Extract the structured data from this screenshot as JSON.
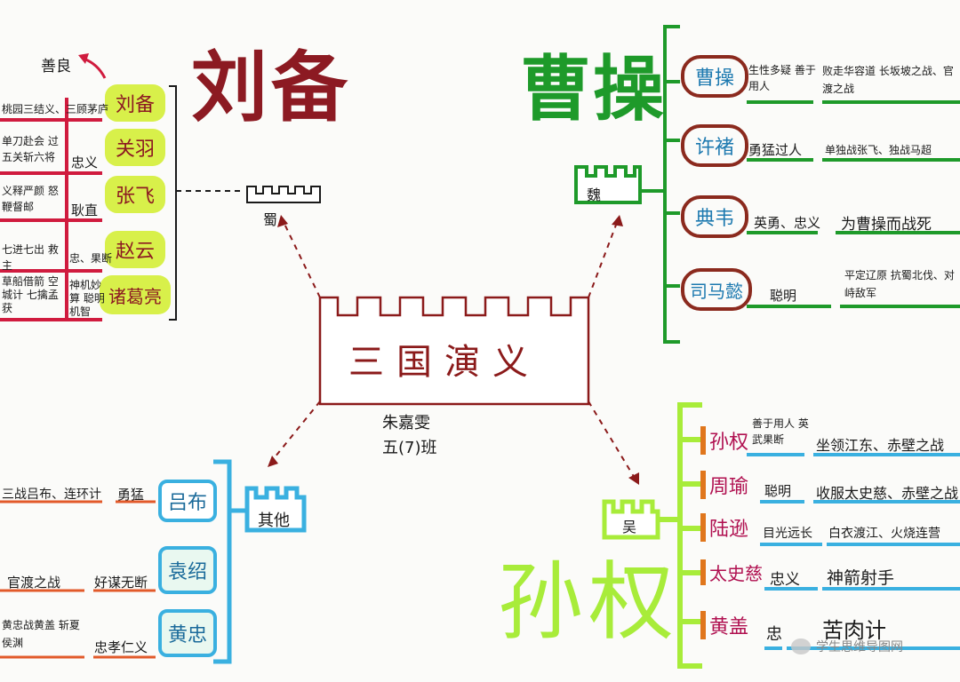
{
  "title": "三国演义",
  "author": {
    "name": "朱嘉雯",
    "class": "五(7)班"
  },
  "colors": {
    "shu": "#d01b3e",
    "shu_text": "#8c1a22",
    "shu_hl": "#d8f04a",
    "wei": "#1e9a2a",
    "wei_oval": "#8b2a1e",
    "wu": "#a8ec3a",
    "wu_tag": "#e0761c",
    "wu_text": "#b01050",
    "other": "#3ab0e0",
    "other_text": "#1a6a9a",
    "note": "#e25a2a",
    "ink": "#1a1a1a"
  },
  "shu": {
    "big_title": "刘备",
    "castle_label": "蜀",
    "top_note": "善良",
    "characters": [
      {
        "name": "刘备",
        "trait": "",
        "event": "桃园三结义、三顾茅庐"
      },
      {
        "name": "关羽",
        "trait": "忠义",
        "event": "单刀赴会 过五关斩六将"
      },
      {
        "name": "张飞",
        "trait": "耿直",
        "event": "义释严颜 怒鞭督邮"
      },
      {
        "name": "赵云",
        "trait": "忠、果断",
        "event": "七进七出 救主"
      },
      {
        "name": "诸葛亮",
        "trait": "神机妙算 聪明机智",
        "event": "草船借箭 空城计 七擒孟获"
      }
    ]
  },
  "wei": {
    "big_title": "曹操",
    "castle_label": "魏",
    "characters": [
      {
        "name": "曹操",
        "trait": "生性多疑 善于用人",
        "event": "败走华容道 长坂坡之战、官渡之战"
      },
      {
        "name": "许褚",
        "trait": "勇猛过人",
        "event": "单独战张飞、独战马超"
      },
      {
        "name": "典韦",
        "trait": "英勇、忠义",
        "event": "为曹操而战死"
      },
      {
        "name": "司马懿",
        "trait": "聪明",
        "event": "平定辽原 抗蜀北伐、对峙敌军"
      }
    ]
  },
  "wu": {
    "big_title": "孙权",
    "castle_label": "吴",
    "characters": [
      {
        "name": "孙权",
        "trait": "善于用人 英武果断",
        "event": "坐领江东、赤壁之战"
      },
      {
        "name": "周瑜",
        "trait": "聪明",
        "event": "收服太史慈、赤壁之战"
      },
      {
        "name": "陆逊",
        "trait": "目光远长",
        "event": "白衣渡江、火烧连营"
      },
      {
        "name": "太史慈",
        "trait": "忠义",
        "event": "神箭射手"
      },
      {
        "name": "黄盖",
        "trait": "忠",
        "event": "苦肉计"
      }
    ]
  },
  "other": {
    "castle_label": "其他",
    "characters": [
      {
        "name": "吕布",
        "trait": "勇猛",
        "event": "三战吕布、连环计"
      },
      {
        "name": "袁绍",
        "trait": "好谋无断",
        "event": "官渡之战"
      },
      {
        "name": "黄忠",
        "trait": "忠孝仁义",
        "event": "黄忠战黄盖 斩夏侯渊"
      }
    ]
  },
  "watermark": "学生思维导图网"
}
